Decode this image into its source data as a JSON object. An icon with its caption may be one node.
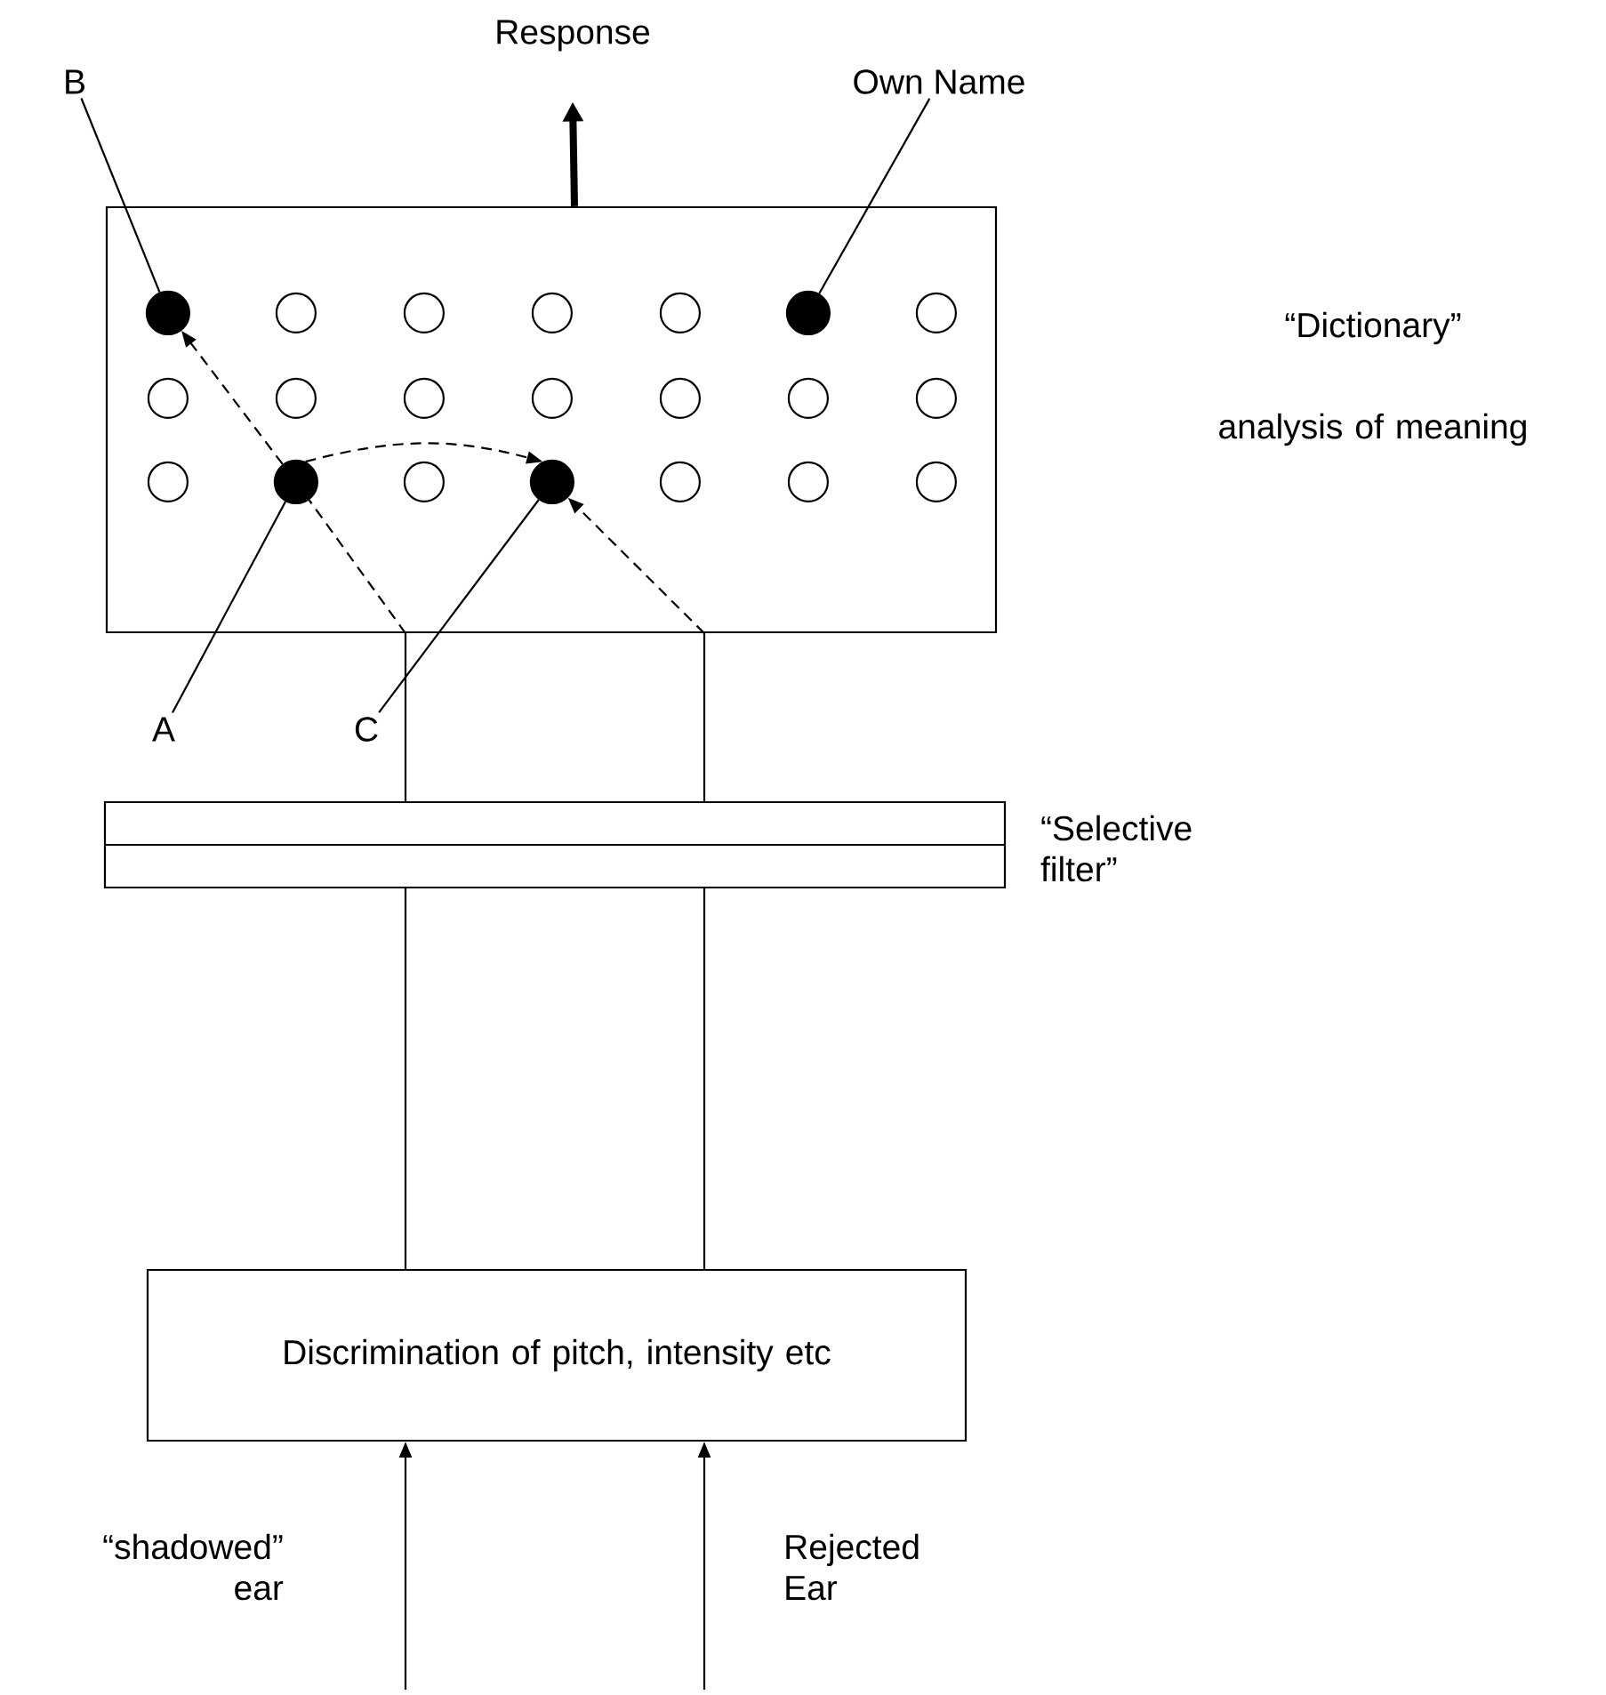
{
  "diagram": {
    "nodes": [
      {
        "text": [],
        "shape": "box"
      },
      {
        "text": [],
        "shape": "dot",
        "in": 0
      },
      {
        "text": [],
        "shape": "circle",
        "in": 0
      },
      {
        "text": [],
        "shape": "circle",
        "in": 0
      },
      {
        "text": [],
        "shape": "circle",
        "in": 0
      },
      {
        "text": [],
        "shape": "circle",
        "in": 0
      },
      {
        "text": [],
        "shape": "dot",
        "in": 0
      },
      {
        "text": [],
        "shape": "circle",
        "in": 0
      },
      {
        "text": [],
        "shape": "circle",
        "in": 0
      },
      {
        "text": [],
        "shape": "circle",
        "in": 0
      },
      {
        "text": [],
        "shape": "circle",
        "in": 0
      },
      {
        "text": [],
        "shape": "circle",
        "in": 0
      },
      {
        "text": [],
        "shape": "circle",
        "in": 0
      },
      {
        "text": [],
        "shape": "circle",
        "in": 0
      },
      {
        "text": [],
        "shape": "circle",
        "in": 0
      },
      {
        "text": [],
        "shape": "circle",
        "in": 0
      },
      {
        "text": [],
        "shape": "dot",
        "in": 0
      },
      {
        "text": [],
        "shape": "circle",
        "in": 0
      },
      {
        "text": [],
        "shape": "dot",
        "in": 0
      },
      {
        "text": [],
        "shape": "circle",
        "in": 0
      },
      {
        "text": [],
        "shape": "circle",
        "in": 0
      },
      {
        "text": [],
        "shape": "circle",
        "in": 0
      },
      {
        "text": [
          "Response"
        ]
      },
      {
        "text": [
          "B"
        ]
      },
      {
        "text": [
          "Own Name"
        ]
      },
      {
        "text": [
          "A"
        ]
      },
      {
        "text": [
          "C"
        ]
      },
      {
        "text": [],
        "shape": "bar",
        "beside": [
          "“Selective filter”"
        ]
      },
      {
        "text": [
          "Discrimination of pitch, intensity etc"
        ]
      }
    ],
    "edges": [
      {
        "from": 0,
        "to": 22,
        "arrow": "to",
        "style": "thick"
      },
      {
        "from": 23,
        "to": 1,
        "arrow": "none"
      },
      {
        "from": 24,
        "to": 6,
        "arrow": "none"
      },
      {
        "from": 25,
        "to": 16,
        "arrow": "none"
      },
      {
        "from": 26,
        "to": 18,
        "arrow": "none"
      },
      {
        "from": 0,
        "to": 16,
        "arrow": "none",
        "style": "dashed"
      },
      {
        "from": 16,
        "to": 1,
        "arrow": "to",
        "style": "dashed"
      },
      {
        "from": 16,
        "to": 18,
        "arrow": "to",
        "style": "dashed"
      },
      {
        "from": 0,
        "to": 18,
        "arrow": "to",
        "style": "dashed"
      },
      {
        "from": 27,
        "to": 0,
        "arrow": "none"
      },
      {
        "from": 27,
        "to": 0,
        "arrow": "none"
      },
      {
        "from": 28,
        "to": 27,
        "arrow": "none"
      },
      {
        "from": 28,
        "to": 27,
        "arrow": "none"
      },
      {
        "from": null,
        "to": 28,
        "arrow": "to",
        "label": "“shadowed” ear"
      },
      {
        "from": null,
        "to": 28,
        "arrow": "to",
        "label": "Rejected Ear"
      }
    ],
    "labels": [
      "“Dictionary” analysis of meaning"
    ]
  }
}
